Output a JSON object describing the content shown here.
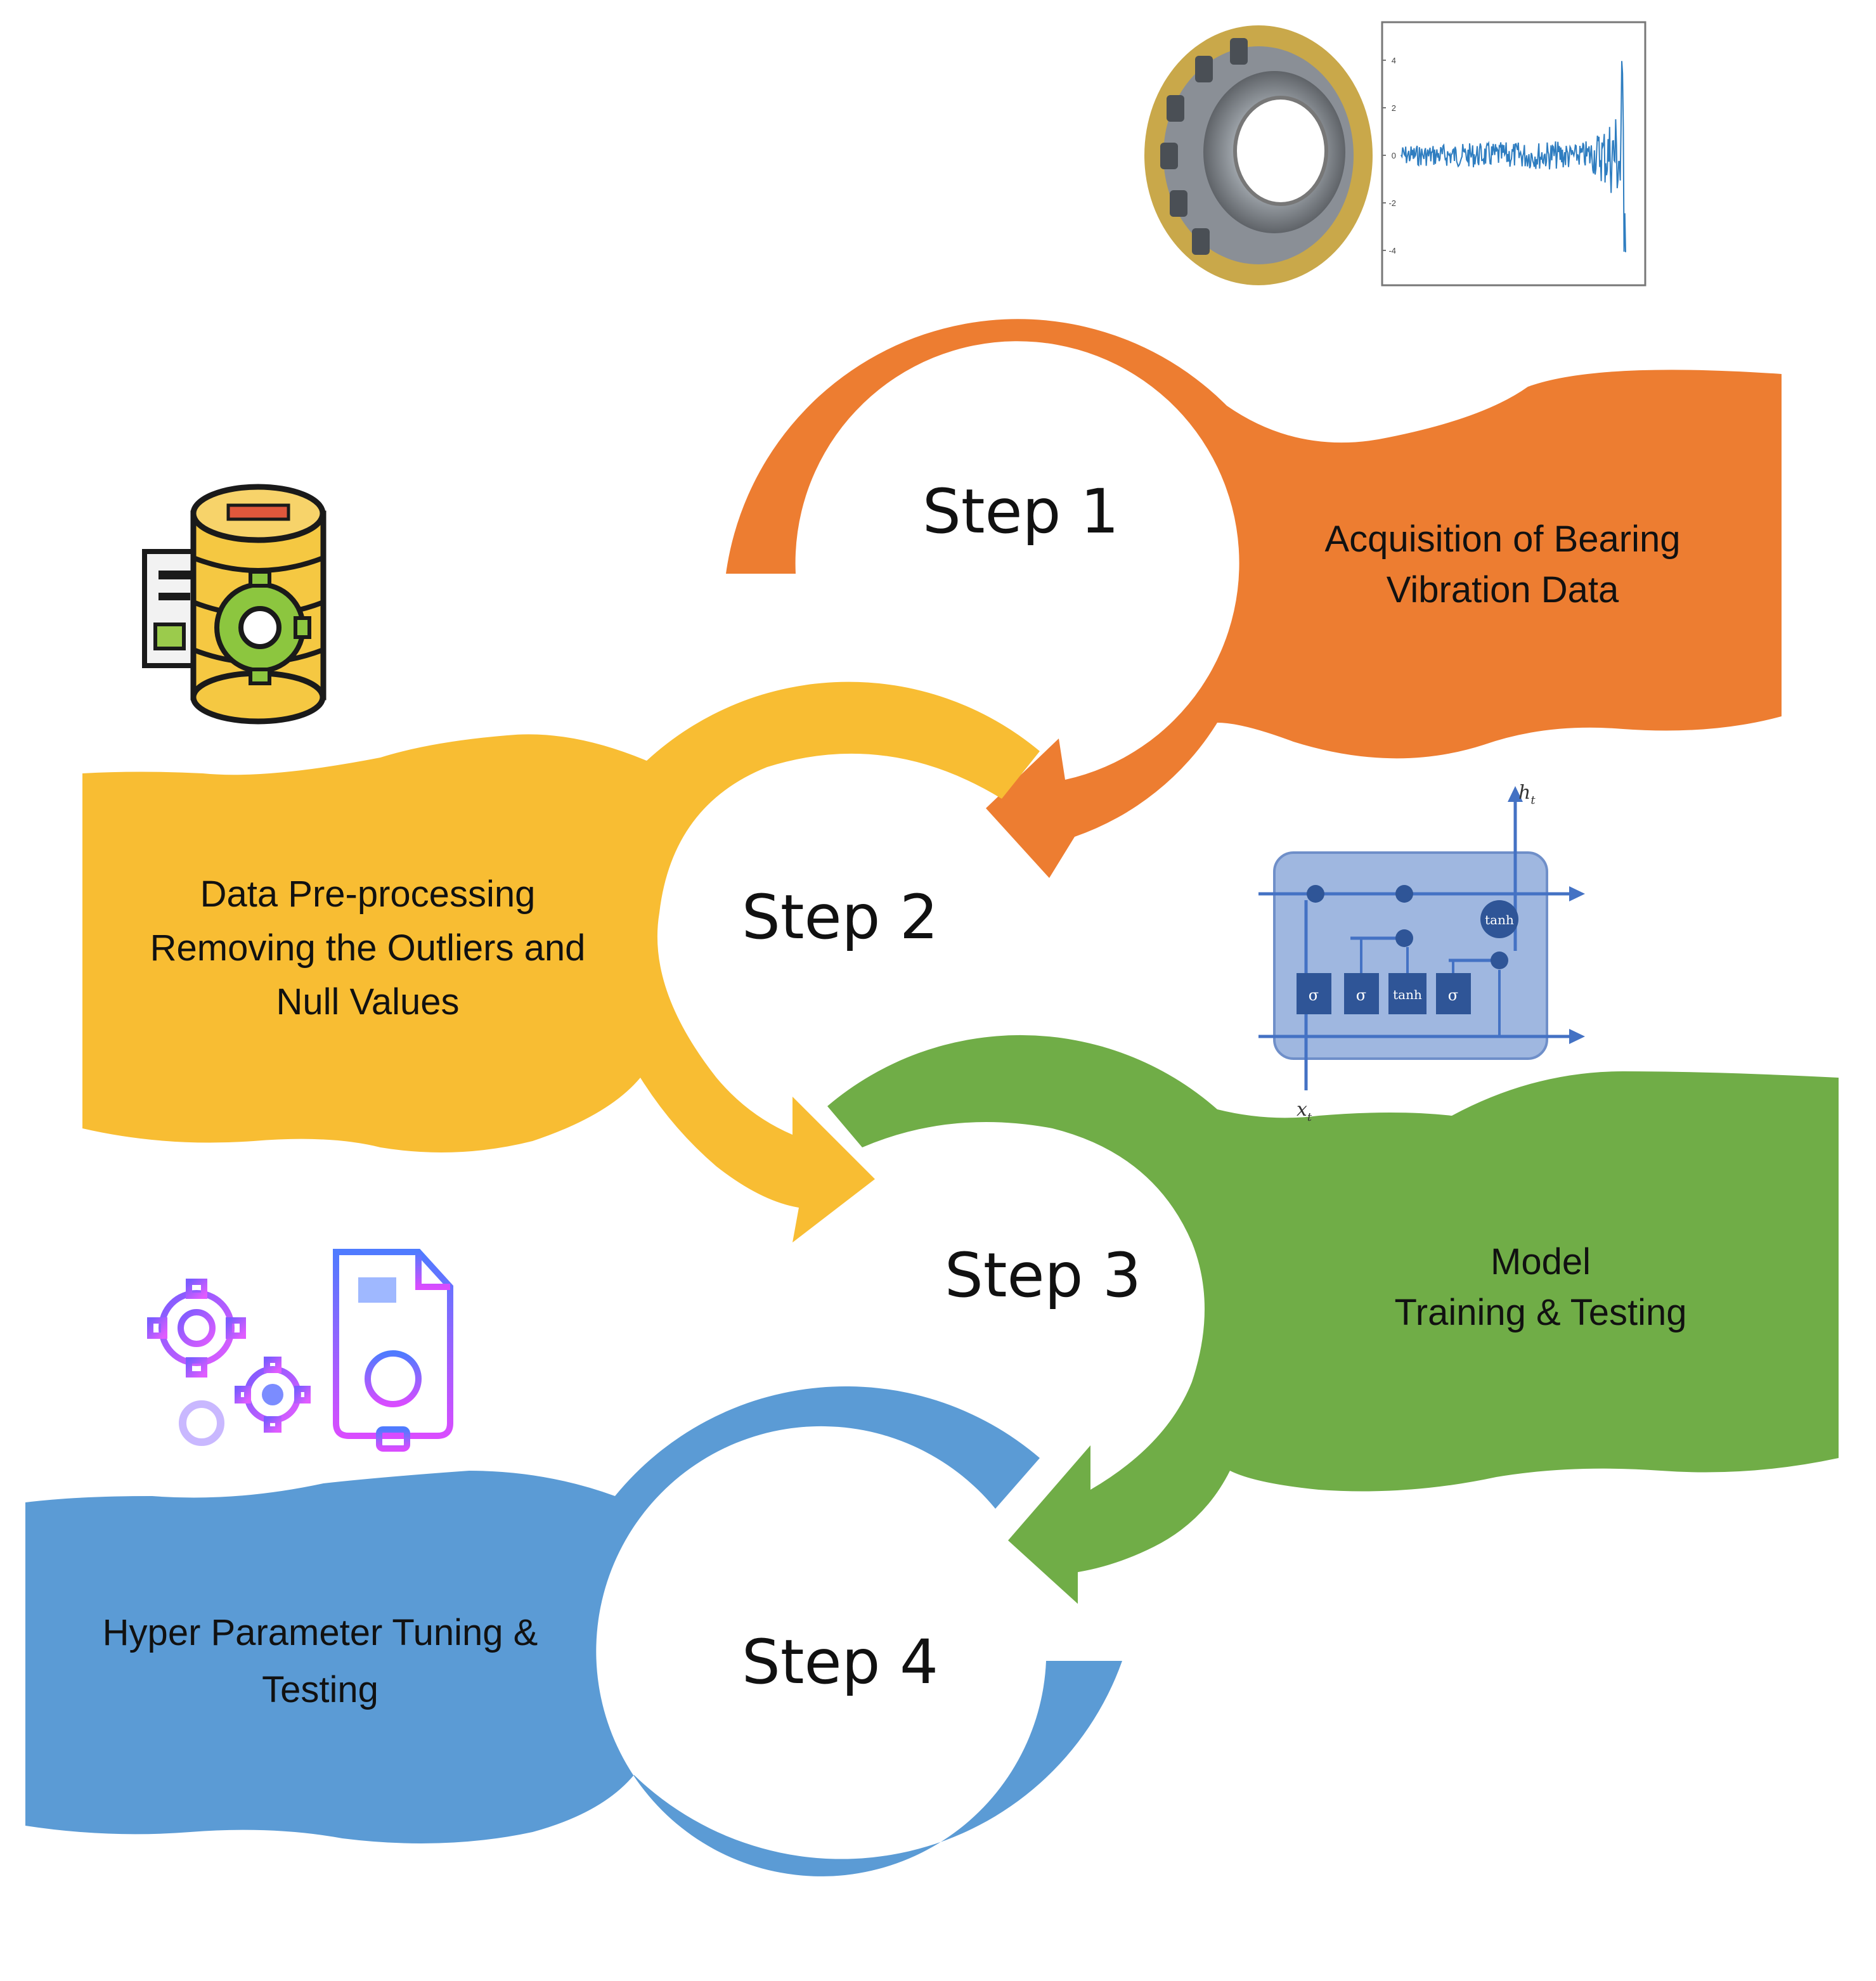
{
  "steps": [
    {
      "label": "Step 1",
      "description": [
        "Acquisition of Bearing",
        "Vibration Data"
      ],
      "color": "#ED7D31"
    },
    {
      "label": "Step 2",
      "description": [
        "Data Pre-processing",
        "Removing the Outliers and",
        "Null Values"
      ],
      "color": "#F8BD33"
    },
    {
      "label": "Step 3",
      "description": [
        "Model",
        "Training & Testing"
      ],
      "color": "#70AD47"
    },
    {
      "label": "Step 4",
      "description": [
        "Hyper Parameter Tuning &",
        "Testing"
      ],
      "color": "#5B9BD5"
    }
  ],
  "vibration_plot": {
    "y_ticks": [
      "4",
      "2",
      "0",
      "-2",
      "-4"
    ],
    "line_color": "#2E7DC0"
  },
  "lstm_cell": {
    "gate_labels": [
      "σ",
      "σ",
      "tanh",
      "σ"
    ],
    "tanh_label": "tanh",
    "input_label": "x",
    "input_sub": "t",
    "output_label": "h",
    "output_sub": "t",
    "box_color": "#8EAADB"
  },
  "icons": [
    "bearing-icon",
    "database-gear-icon",
    "gears-icon",
    "document-search-icon"
  ]
}
